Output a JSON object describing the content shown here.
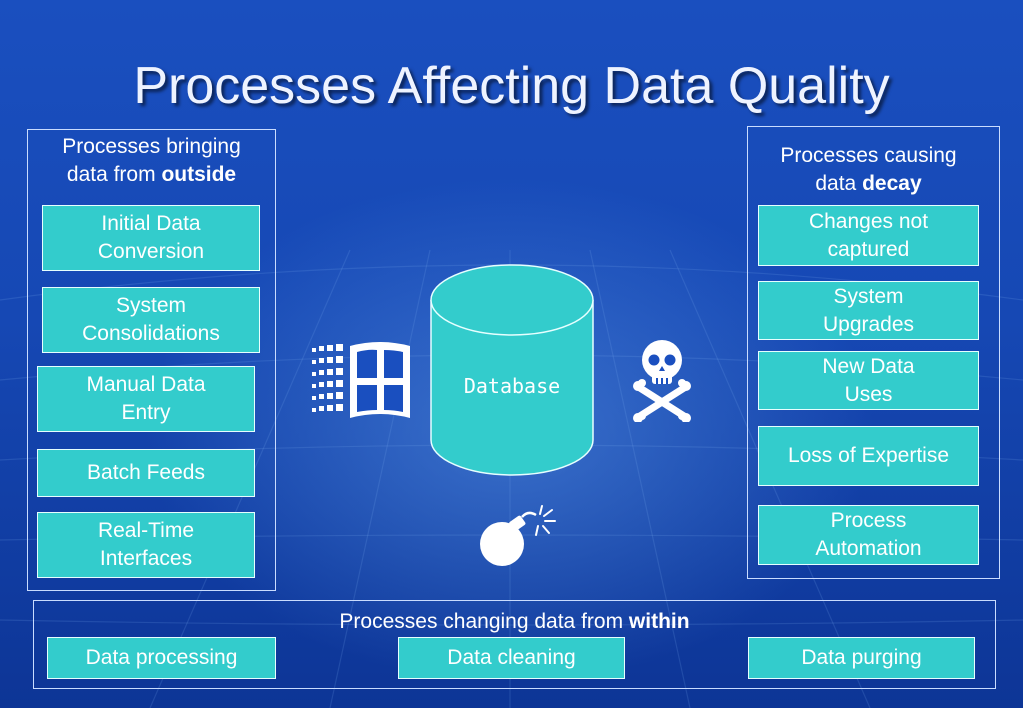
{
  "title": "Processes Affecting Data Quality",
  "left_panel": {
    "heading_part1": "Processes bringing",
    "heading_part2": "data from ",
    "heading_bold": "outside",
    "items": [
      "Initial Data\nConversion",
      "System\nConsolidations",
      "Manual Data\nEntry",
      "Batch Feeds",
      "Real-Time\nInterfaces"
    ]
  },
  "right_panel": {
    "heading_part1": "Processes causing",
    "heading_part2": "data ",
    "heading_bold": "decay",
    "items": [
      "Changes not\ncaptured",
      "System\nUpgrades",
      "New Data\nUses",
      "Loss of Expertise",
      "Process\nAutomation"
    ]
  },
  "bottom_panel": {
    "heading_part1": "Processes changing data from ",
    "heading_bold": "within",
    "items": [
      "Data processing",
      "Data cleaning",
      "Data purging"
    ]
  },
  "center": {
    "database_label": "Database",
    "icons": [
      "windows-logo-icon",
      "skull-crossbones-icon",
      "bomb-icon"
    ]
  },
  "colors": {
    "background": "#1648b4",
    "box_fill": "#33cccc",
    "border": "#c9dcff",
    "text": "#ffffff"
  }
}
